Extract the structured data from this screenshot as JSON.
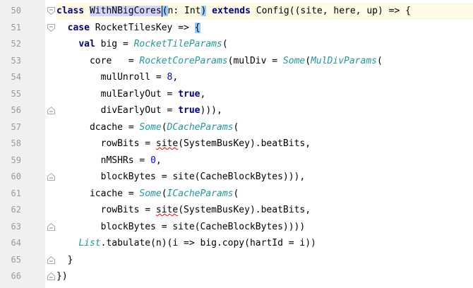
{
  "editor": {
    "line_numbers": [
      "50",
      "51",
      "52",
      "53",
      "54",
      "55",
      "56",
      "57",
      "58",
      "59",
      "60",
      "61",
      "62",
      "63",
      "64",
      "65",
      "66"
    ],
    "lines": [
      [
        {
          "t": "class ",
          "c": "kw"
        },
        {
          "t": "WithNBigCores",
          "c": "sel"
        },
        {
          "t": "(",
          "c": "brace-match"
        },
        {
          "t": "n: Int",
          "c": "plain"
        },
        {
          "t": ")",
          "c": "brace-match"
        },
        {
          "t": " ",
          "c": "plain"
        },
        {
          "t": "extends ",
          "c": "kw"
        },
        {
          "t": "Config((site, here, up) => {",
          "c": "plain"
        }
      ],
      [
        {
          "t": "  ",
          "c": "plain"
        },
        {
          "t": "case ",
          "c": "kw"
        },
        {
          "t": "RocketTilesKey => ",
          "c": "plain"
        },
        {
          "t": "{",
          "c": "brace-match"
        }
      ],
      [
        {
          "t": "    ",
          "c": "plain"
        },
        {
          "t": "val ",
          "c": "kw"
        },
        {
          "t": "big = ",
          "c": "plain"
        },
        {
          "t": "RocketTileParams",
          "c": "typ"
        },
        {
          "t": "(",
          "c": "plain"
        }
      ],
      [
        {
          "t": "      core   = ",
          "c": "plain"
        },
        {
          "t": "RocketCoreParams",
          "c": "typ"
        },
        {
          "t": "(mulDiv = ",
          "c": "plain"
        },
        {
          "t": "Some",
          "c": "typ"
        },
        {
          "t": "(",
          "c": "plain"
        },
        {
          "t": "MulDivParams",
          "c": "typ"
        },
        {
          "t": "(",
          "c": "plain"
        }
      ],
      [
        {
          "t": "        mulUnroll = ",
          "c": "plain"
        },
        {
          "t": "8",
          "c": "num"
        },
        {
          "t": ",",
          "c": "plain"
        }
      ],
      [
        {
          "t": "        mulEarlyOut = ",
          "c": "plain"
        },
        {
          "t": "true",
          "c": "kw"
        },
        {
          "t": ",",
          "c": "plain"
        }
      ],
      [
        {
          "t": "        divEarlyOut = ",
          "c": "plain"
        },
        {
          "t": "true",
          "c": "kw"
        },
        {
          "t": "))),",
          "c": "plain"
        }
      ],
      [
        {
          "t": "      dcache = ",
          "c": "plain"
        },
        {
          "t": "Some",
          "c": "typ"
        },
        {
          "t": "(",
          "c": "plain"
        },
        {
          "t": "DCacheParams",
          "c": "typ"
        },
        {
          "t": "(",
          "c": "plain"
        }
      ],
      [
        {
          "t": "        rowBits = ",
          "c": "plain"
        },
        {
          "t": "site",
          "c": "squiggle"
        },
        {
          "t": "(SystemBusKey).beatBits,",
          "c": "plain"
        }
      ],
      [
        {
          "t": "        nMSHRs = ",
          "c": "plain"
        },
        {
          "t": "0",
          "c": "num"
        },
        {
          "t": ",",
          "c": "plain"
        }
      ],
      [
        {
          "t": "        blockBytes = site(CacheBlockBytes))),",
          "c": "plain"
        }
      ],
      [
        {
          "t": "      icache = ",
          "c": "plain"
        },
        {
          "t": "Some",
          "c": "typ"
        },
        {
          "t": "(",
          "c": "plain"
        },
        {
          "t": "ICacheParams",
          "c": "typ"
        },
        {
          "t": "(",
          "c": "plain"
        }
      ],
      [
        {
          "t": "        rowBits = ",
          "c": "plain"
        },
        {
          "t": "site",
          "c": "squiggle"
        },
        {
          "t": "(SystemBusKey).beatBits,",
          "c": "plain"
        }
      ],
      [
        {
          "t": "        blockBytes = site(CacheBlockBytes))))",
          "c": "plain"
        }
      ],
      [
        {
          "t": "    ",
          "c": "plain"
        },
        {
          "t": "List",
          "c": "typ"
        },
        {
          "t": ".tabulate(n)(i => big.copy(hartId = i))",
          "c": "plain"
        }
      ],
      [
        {
          "t": "  }",
          "c": "plain"
        }
      ],
      [
        {
          "t": "})",
          "c": "plain"
        }
      ]
    ],
    "fold_markers": [
      {
        "line": 0,
        "kind": "open"
      },
      {
        "line": 1,
        "kind": "open"
      },
      {
        "line": 6,
        "kind": "close"
      },
      {
        "line": 10,
        "kind": "close"
      },
      {
        "line": 13,
        "kind": "close"
      },
      {
        "line": 15,
        "kind": "close"
      },
      {
        "line": 16,
        "kind": "close"
      }
    ]
  },
  "colors": {
    "gutter_bg": "#f0f0f0",
    "line_number": "#999999",
    "keyword": "#000080",
    "type_italic": "#20999d",
    "number": "#0000ff",
    "current_line": "#fffae3",
    "selection": "#d4d4ff"
  }
}
